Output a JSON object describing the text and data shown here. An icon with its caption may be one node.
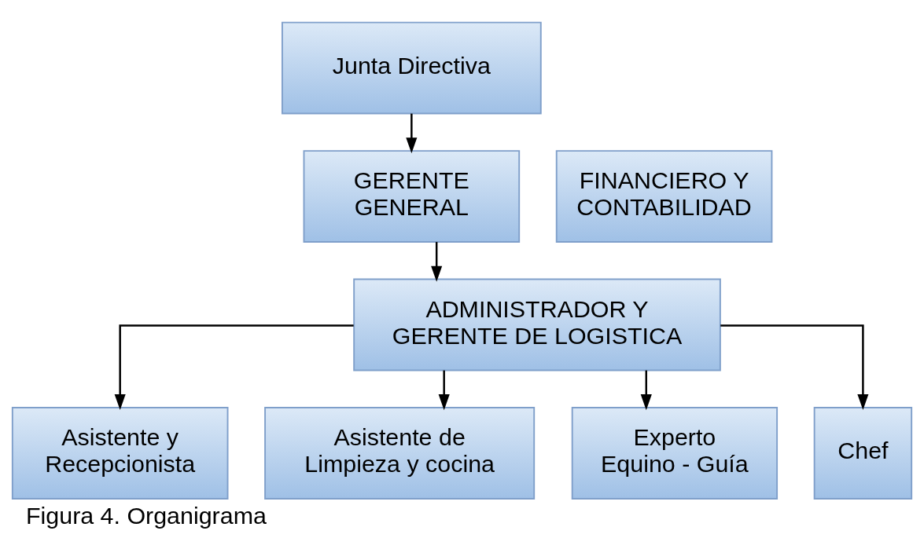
{
  "diagram": {
    "caption": "Figura 4. Organigrama",
    "nodes": [
      {
        "text": [
          "Junta Directiva"
        ]
      },
      {
        "text": [
          "GERENTE GENERAL"
        ]
      },
      {
        "text": [
          "FINANCIERO Y CONTABILIDAD"
        ]
      },
      {
        "text": [
          "ADMINISTRADOR Y GERENTE DE LOGISTICA"
        ]
      },
      {
        "text": [
          "Asistente y Recepcionista"
        ]
      },
      {
        "text": [
          "Asistente de Limpieza y cocina"
        ]
      },
      {
        "text": [
          "Experto Equino - Guía"
        ]
      },
      {
        "text": [
          "Chef"
        ]
      }
    ],
    "edges": [
      {
        "from": 0,
        "to": 1,
        "arrow": "to"
      },
      {
        "from": 1,
        "to": 3,
        "arrow": "to"
      },
      {
        "from": 3,
        "to": 4,
        "arrow": "to"
      },
      {
        "from": 3,
        "to": 5,
        "arrow": "to"
      },
      {
        "from": 3,
        "to": 6,
        "arrow": "to"
      },
      {
        "from": 3,
        "to": 7,
        "arrow": "to"
      }
    ]
  }
}
